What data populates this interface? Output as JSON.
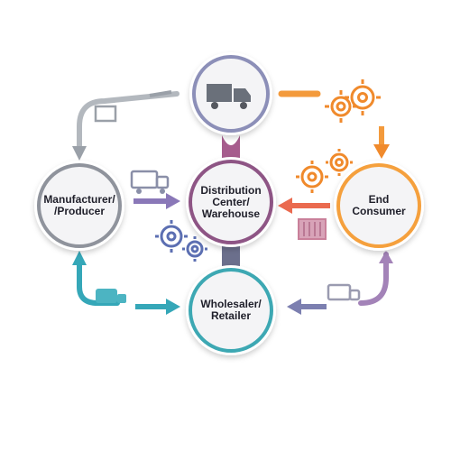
{
  "nodes": {
    "manufacturer": {
      "label": "Manufacturer/\n/Producer",
      "color": "#8f939c"
    },
    "distribution": {
      "label": "Distribution\nCenter/\nWarehouse",
      "color": "#8e5585"
    },
    "consumer": {
      "label": "End\nConsumer",
      "color": "#f5a03c"
    },
    "wholesaler": {
      "label": "Wholesaler/\nRetailer",
      "color": "#3ea8b3"
    },
    "transport": {
      "label": "",
      "color": "#8c8fb8"
    }
  },
  "colors": {
    "gray_flow": "#9aa0a8",
    "orange_flow": "#f39a3c",
    "red_flow": "#ea6a4f",
    "purple_flow": "#8a78b8",
    "teal_flow": "#35a7b8",
    "connector": "#8e6a92",
    "gear_blue": "#5c6fb2",
    "gear_orange": "#f08a2c",
    "pink_box": "#c9809a"
  },
  "icons": [
    "truck-icon",
    "gear-icon",
    "box-icon",
    "shipping-truck-icon"
  ]
}
